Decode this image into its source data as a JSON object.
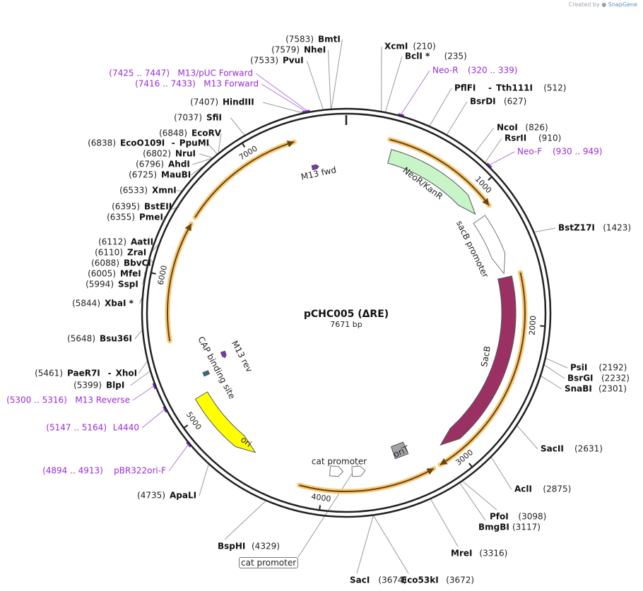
{
  "credit": {
    "prefix": "Created by",
    "brand": "SnapGene"
  },
  "plasmid": {
    "name": "pCHC005 (ΔRE)",
    "size_label": "7671 bp",
    "length": 7671
  },
  "ticks": [
    {
      "label": "1000",
      "pos": 1000
    },
    {
      "label": "2000",
      "pos": 2000
    },
    {
      "label": "3000",
      "pos": 3000
    },
    {
      "label": "4000",
      "pos": 4000
    },
    {
      "label": "5000",
      "pos": 5000
    },
    {
      "label": "6000",
      "pos": 6000
    },
    {
      "label": "7000",
      "pos": 7000
    }
  ],
  "sites": [
    {
      "name": "BmtI",
      "coord": "(7583)",
      "pos": 7583
    },
    {
      "name": "NheI",
      "coord": "(7579)",
      "pos": 7579
    },
    {
      "name": "PvuI",
      "coord": "(7533)",
      "pos": 7533
    },
    {
      "name": "HindIII",
      "coord": "(7407)",
      "pos": 7407
    },
    {
      "name": "SfiI",
      "coord": "(7037)",
      "pos": 7037
    },
    {
      "name": "EcoRV",
      "coord": "(6848)",
      "pos": 6848
    },
    {
      "name": "EcoO109I",
      "name2": "PpuMI",
      "coord": "(6838)",
      "pos": 6838
    },
    {
      "name": "NruI",
      "coord": "(6802)",
      "pos": 6802
    },
    {
      "name": "AhdI",
      "coord": "(6796)",
      "pos": 6796
    },
    {
      "name": "MauBI",
      "coord": "(6725)",
      "pos": 6725
    },
    {
      "name": "XmnI",
      "coord": "(6533)",
      "pos": 6533
    },
    {
      "name": "BstEII",
      "coord": "(6395)",
      "pos": 6395
    },
    {
      "name": "PmeI",
      "coord": "(6355)",
      "pos": 6355
    },
    {
      "name": "AatII",
      "coord": "(6112)",
      "pos": 6112
    },
    {
      "name": "ZraI",
      "coord": "(6110)",
      "pos": 6110
    },
    {
      "name": "BbvCI",
      "coord": "(6088)",
      "pos": 6088
    },
    {
      "name": "MfeI",
      "coord": "(6005)",
      "pos": 6005
    },
    {
      "name": "SspI",
      "coord": "(5994)",
      "pos": 5994
    },
    {
      "name": "XbaI *",
      "coord": "(5844)",
      "pos": 5844
    },
    {
      "name": "Bsu36I",
      "coord": "(5648)",
      "pos": 5648
    },
    {
      "name": "PaeR7I",
      "name2": "XhoI",
      "coord": "(5461)",
      "pos": 5461
    },
    {
      "name": "BlpI",
      "coord": "(5399)",
      "pos": 5399
    },
    {
      "name": "ApaLI",
      "coord": "(4735)",
      "pos": 4735
    },
    {
      "name": "BspHI",
      "coord": "(4329)",
      "pos": 4329
    },
    {
      "name": "SacI",
      "coord": "(3674)",
      "pos": 3674
    },
    {
      "name": "Eco53kI",
      "coord": "(3672)",
      "pos": 3672
    },
    {
      "name": "MreI",
      "coord": "(3316)",
      "pos": 3316
    },
    {
      "name": "BmgBI",
      "coord": "(3117)",
      "pos": 3117
    },
    {
      "name": "PfoI",
      "coord": "(3098)",
      "pos": 3098
    },
    {
      "name": "AclI",
      "coord": "(2875)",
      "pos": 2875
    },
    {
      "name": "SacII",
      "coord": "(2631)",
      "pos": 2631
    },
    {
      "name": "SnaBI",
      "coord": "(2301)",
      "pos": 2301
    },
    {
      "name": "BsrGI",
      "coord": "(2232)",
      "pos": 2232
    },
    {
      "name": "PsiI",
      "coord": "(2192)",
      "pos": 2192
    },
    {
      "name": "BstZ17I",
      "coord": "(1423)",
      "pos": 1423
    },
    {
      "name": "RsrII",
      "coord": "(910)",
      "pos": 910
    },
    {
      "name": "NcoI",
      "coord": "(826)",
      "pos": 826
    },
    {
      "name": "BsrDI",
      "coord": "(627)",
      "pos": 627
    },
    {
      "name": "PflFI",
      "name2": "Tth111I",
      "coord": "(512)",
      "pos": 512
    },
    {
      "name": "BclI *",
      "coord": "(235)",
      "pos": 235
    },
    {
      "name": "XcmI",
      "coord": "(210)",
      "pos": 210
    }
  ],
  "primers": [
    {
      "name": "M13/pUC Forward",
      "coord": "(7425 .. 7447)",
      "pos": 7436
    },
    {
      "name": "M13 Forward",
      "coord": "(7416 .. 7433)",
      "pos": 7424
    },
    {
      "name": "Neo-R",
      "coord": "(320 .. 339)",
      "pos": 330
    },
    {
      "name": "Neo-F",
      "coord": "(930 .. 949)",
      "pos": 940
    },
    {
      "name": "M13 Reverse",
      "coord": "(5300 .. 5316)",
      "pos": 5308
    },
    {
      "name": "L4440",
      "coord": "(5147 .. 5164)",
      "pos": 5155
    },
    {
      "name": "pBR322ori-F",
      "coord": "(4894 .. 4913)",
      "pos": 4903
    }
  ],
  "features": [
    {
      "name": "NeoR/KanR",
      "start": 330,
      "end": 1120,
      "strand": 1,
      "color": "#c8f5c8"
    },
    {
      "name": "sacB promoter",
      "start": 1170,
      "end": 1620,
      "strand": 1,
      "color": "#ffffff"
    },
    {
      "name": "SacB",
      "start": 1650,
      "end": 3080,
      "strand": 1,
      "color": "#9b3063"
    },
    {
      "name": "oriT",
      "start": 3330,
      "end": 3440,
      "strand": 0,
      "color": "#a0a4a8"
    },
    {
      "name": "cat promoter",
      "start": 3690,
      "end": 3790,
      "strand": -1,
      "color": "#ffffff"
    },
    {
      "name": "cat promoter",
      "start": 3860,
      "end": 3960,
      "strand": -1,
      "color": "#ffffff"
    },
    {
      "name": "ori",
      "start": 4540,
      "end": 5120,
      "strand": -1,
      "color": "#ffff00"
    },
    {
      "name": "CAP binding site",
      "start": 5240,
      "end": 5270,
      "strand": 0,
      "color": "#2f6e80"
    },
    {
      "name": "M13 rev",
      "start": 5320,
      "end": 5380,
      "strand": -1,
      "color": "#7b35b8"
    },
    {
      "name": "M13 fwd",
      "start": 7390,
      "end": 7445,
      "strand": 1,
      "color": "#7b35b8"
    }
  ],
  "orfs": [
    {
      "start": 300,
      "end": 1130,
      "strand": 1
    },
    {
      "start": 1640,
      "end": 3160,
      "strand": 1
    },
    {
      "start": 3210,
      "end": 4160,
      "strand": -1
    },
    {
      "start": 5560,
      "end": 6390,
      "strand": 1
    },
    {
      "start": 6440,
      "end": 7310,
      "strand": 1
    }
  ]
}
